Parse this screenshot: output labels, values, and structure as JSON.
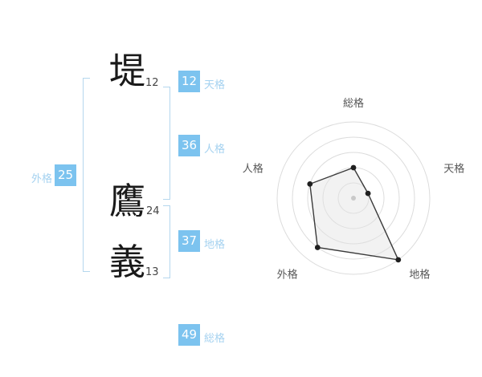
{
  "name": {
    "characters": [
      {
        "char": "堤",
        "strokes": "12"
      },
      {
        "char": "鷹",
        "strokes": "24"
      },
      {
        "char": "義",
        "strokes": "13"
      }
    ],
    "badges": [
      {
        "id": "tenkaku",
        "value": "12",
        "label": "天格"
      },
      {
        "id": "jinkaku",
        "value": "36",
        "label": "人格"
      },
      {
        "id": "chikaku",
        "value": "37",
        "label": "地格"
      },
      {
        "id": "gaikaku",
        "value": "25",
        "label": "外格"
      },
      {
        "id": "soukaku",
        "value": "49",
        "label": "総格"
      }
    ]
  },
  "colors": {
    "badge_blue": "#7cc3ef",
    "label_blue": "#a5d2f0",
    "bracket_blue": "#b5d7ee",
    "ring_gray": "#dcdcdc",
    "polygon_fill": "#e2e2e2",
    "polygon_stroke": "#3a3a3a",
    "dot_black": "#1f1f1f",
    "center_gray": "#c9c9c9",
    "chart_label_gray": "#555555"
  },
  "chart_data": {
    "type": "radar",
    "axes": [
      "総格",
      "天格",
      "地格",
      "外格",
      "人格"
    ],
    "values": [
      2,
      1,
      5,
      4,
      3
    ],
    "max": 5,
    "rings": 5,
    "start_angle_deg": -90,
    "grid": "circles",
    "legend": "none",
    "title": ""
  }
}
